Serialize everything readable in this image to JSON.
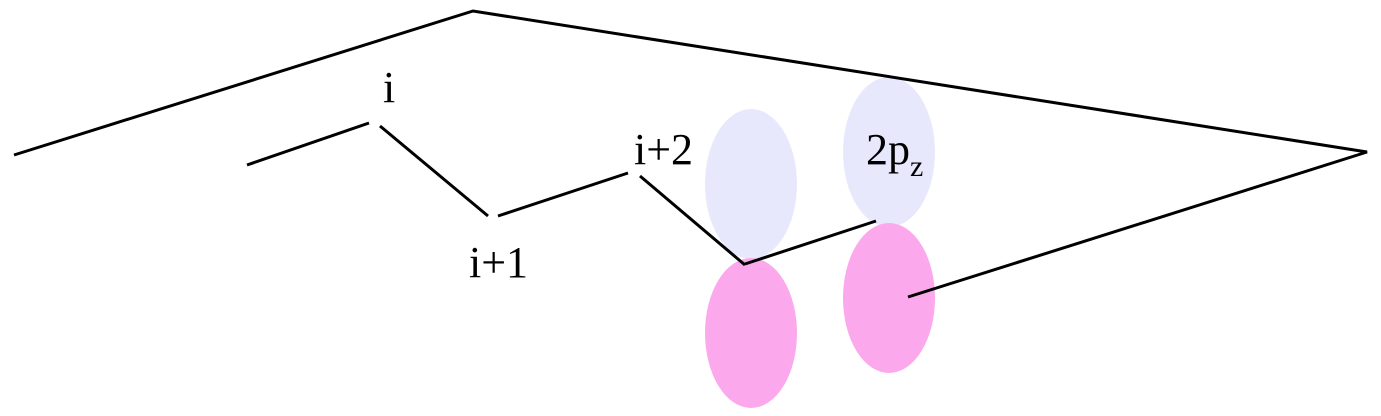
{
  "labels": {
    "site_i": "i",
    "site_i1": "i+1",
    "site_i2": "i+2",
    "orbital_main": "2p",
    "orbital_sub": "z"
  },
  "colors": {
    "lobe_upper": "#e8e8fc",
    "lobe_lower": "#fca8ec",
    "line": "#000000"
  }
}
